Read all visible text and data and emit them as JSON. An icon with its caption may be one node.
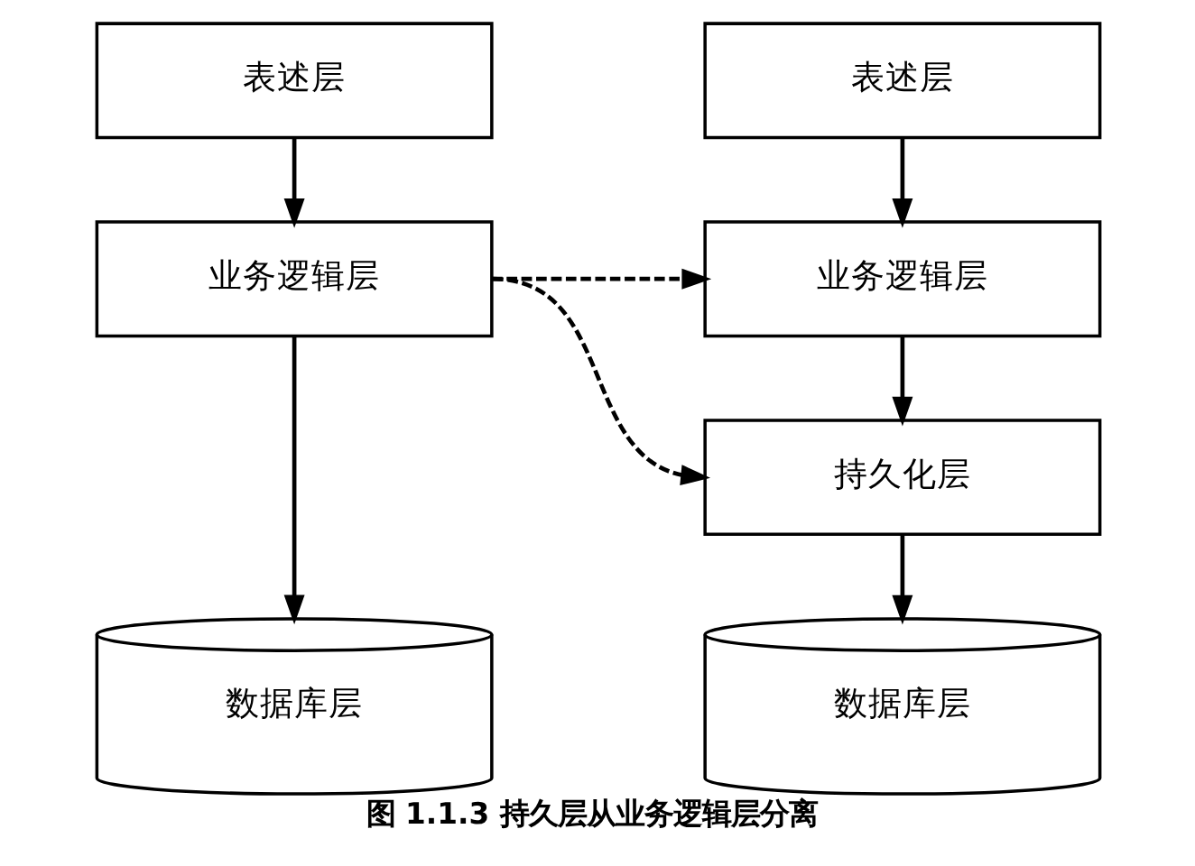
{
  "diagram": {
    "caption": "图 1.1.3 持久层从业务逻辑层分离",
    "nodes": [
      {
        "text": [
          "表述层"
        ]
      },
      {
        "text": [
          "业务逻辑层"
        ]
      },
      {
        "text": [
          "数据库层"
        ]
      },
      {
        "text": [
          "表述层"
        ]
      },
      {
        "text": [
          "业务逻辑层"
        ]
      },
      {
        "text": [
          "持久化层"
        ]
      },
      {
        "text": [
          "数据库层"
        ]
      }
    ],
    "edges": [
      {
        "from": 0,
        "to": 1,
        "arrow": "to"
      },
      {
        "from": 1,
        "to": 2,
        "arrow": "to"
      },
      {
        "from": 3,
        "to": 4,
        "arrow": "to"
      },
      {
        "from": 4,
        "to": 5,
        "arrow": "to"
      },
      {
        "from": 5,
        "to": 6,
        "arrow": "to"
      },
      {
        "from": 1,
        "to": 4,
        "arrow": "to",
        "style": "dashed"
      },
      {
        "from": 1,
        "to": 5,
        "arrow": "to",
        "style": "dashed"
      }
    ]
  }
}
